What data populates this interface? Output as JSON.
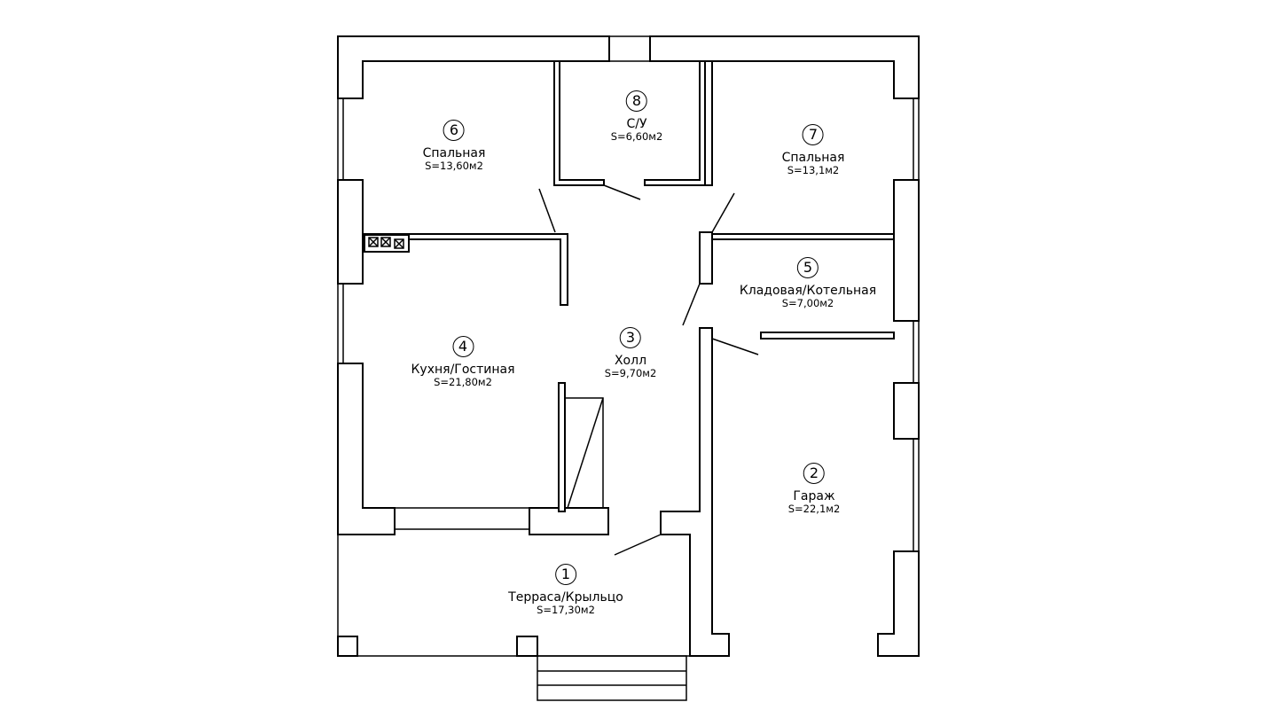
{
  "rooms": [
    {
      "number": "1",
      "name": "Терраса/Крыльцо",
      "area": "S=17,30м2"
    },
    {
      "number": "2",
      "name": "Гараж",
      "area": "S=22,1м2"
    },
    {
      "number": "3",
      "name": "Холл",
      "area": "S=9,70м2"
    },
    {
      "number": "4",
      "name": "Кухня/Гостиная",
      "area": "S=21,80м2"
    },
    {
      "number": "5",
      "name": "Кладовая/Котельная",
      "area": "S=7,00м2"
    },
    {
      "number": "6",
      "name": "Спальная",
      "area": "S=13,60м2"
    },
    {
      "number": "7",
      "name": "Спальная",
      "area": "S=13,1м2"
    },
    {
      "number": "8",
      "name": "С/У",
      "area": "S=6,60м2"
    }
  ]
}
